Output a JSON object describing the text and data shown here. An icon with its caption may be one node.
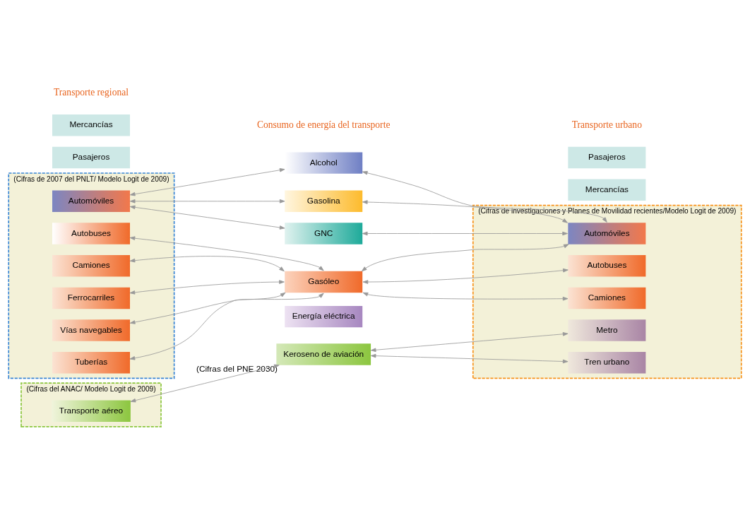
{
  "diagram": {
    "nodes": [
      {
        "text": [
          "Mercancías"
        ]
      },
      {
        "text": [
          "Pasajeros"
        ]
      },
      {
        "text": [
          "Pasajeros"
        ]
      },
      {
        "text": [
          "Mercancías"
        ]
      },
      {
        "text": [
          "(Cifras de 2007 del PNLT/ Modelo Logit de 2009)"
        ]
      },
      {
        "text": [
          "Automóviles"
        ],
        "in": 4
      },
      {
        "text": [
          "Autobuses"
        ],
        "in": 4
      },
      {
        "text": [
          "Camiones"
        ],
        "in": 4
      },
      {
        "text": [
          "Ferrocarriles"
        ],
        "in": 4
      },
      {
        "text": [
          "Vías navegables"
        ],
        "in": 4
      },
      {
        "text": [
          "Tuberías"
        ],
        "in": 4
      },
      {
        "text": [
          "(Cifras del ANAC/ Modelo Logit de 2009)"
        ]
      },
      {
        "text": [
          "Transporte aéreo"
        ],
        "in": 11
      },
      {
        "text": [
          "Alcohol"
        ]
      },
      {
        "text": [
          "Gasolina"
        ]
      },
      {
        "text": [
          "GNC"
        ]
      },
      {
        "text": [
          "Gasóleo"
        ]
      },
      {
        "text": [
          "Energía eléctrica"
        ]
      },
      {
        "text": [
          "Keroseno de aviación"
        ],
        "beside": [
          "(Cifras del PNE 2030)"
        ]
      },
      {
        "text": [
          "(Cifras de investigaciones y Planes de Movilidad recientes/Modelo Logit de 2009)"
        ]
      },
      {
        "text": [
          "Automóviles"
        ],
        "in": 19
      },
      {
        "text": [
          "Autobuses"
        ],
        "in": 19
      },
      {
        "text": [
          "Metro"
        ],
        "in": 19
      },
      {
        "text": [
          "Tren urbano"
        ],
        "in": 19
      },
      {
        "text": [
          "Camiones"
        ],
        "in": 19
      }
    ],
    "edges": [
      {
        "from": 5,
        "to": 13,
        "arrow": "both"
      },
      {
        "from": 5,
        "to": 14,
        "arrow": "both"
      },
      {
        "from": 5,
        "to": 15,
        "arrow": "both"
      },
      {
        "from": 6,
        "to": 16,
        "arrow": "both"
      },
      {
        "from": 7,
        "to": 16,
        "arrow": "both"
      },
      {
        "from": 8,
        "to": 16,
        "arrow": "both"
      },
      {
        "from": 9,
        "to": 16,
        "arrow": "both"
      },
      {
        "from": 10,
        "to": 16,
        "arrow": "both"
      },
      {
        "from": 12,
        "to": 18,
        "arrow": "both"
      },
      {
        "from": 13,
        "to": 20,
        "arrow": "both"
      },
      {
        "from": 14,
        "to": 20,
        "arrow": "both"
      },
      {
        "from": 15,
        "to": 20,
        "arrow": "both"
      },
      {
        "from": 16,
        "to": 20,
        "arrow": "both"
      },
      {
        "from": 16,
        "to": 21,
        "arrow": "both"
      },
      {
        "from": 16,
        "to": 24,
        "arrow": "both"
      },
      {
        "from": 18,
        "to": 22,
        "arrow": "both"
      },
      {
        "from": 18,
        "to": 23,
        "arrow": "both"
      }
    ],
    "labels": [
      "Transporte regional",
      "Consumo de energía del transporte",
      "Transporte urbano"
    ]
  }
}
